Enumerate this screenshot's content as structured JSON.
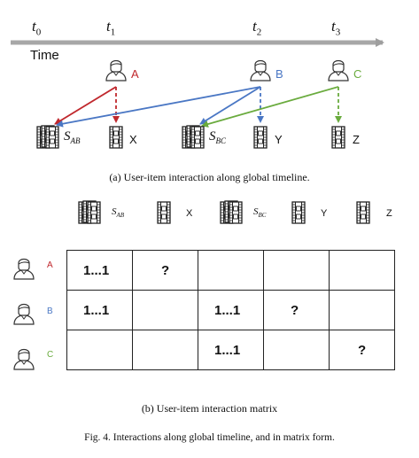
{
  "timeline": {
    "times": [
      {
        "t": "t",
        "sub": "0"
      },
      {
        "t": "t",
        "sub": "1"
      },
      {
        "t": "t",
        "sub": "2"
      },
      {
        "t": "t",
        "sub": "3"
      }
    ],
    "axis_label": "Time",
    "users": [
      "A",
      "B",
      "C"
    ],
    "user_colors": {
      "A": "#c0282d",
      "B": "#4a77c4",
      "C": "#6aab3e"
    },
    "items": {
      "sab": {
        "base": "S",
        "sub": "AB"
      },
      "x": "X",
      "sbc": {
        "base": "S",
        "sub": "BC"
      },
      "y": "Y",
      "z": "Z"
    },
    "caption": "(a) User-item interaction along global timeline."
  },
  "matrix": {
    "headers": [
      {
        "base": "S",
        "sub": "AB"
      },
      "X",
      {
        "base": "S",
        "sub": "BC"
      },
      "Y",
      "Z"
    ],
    "rows": [
      {
        "user": "A",
        "cells": [
          "1...1",
          "?",
          "",
          "",
          ""
        ]
      },
      {
        "user": "B",
        "cells": [
          "1...1",
          "",
          "1...1",
          "?",
          ""
        ]
      },
      {
        "user": "C",
        "cells": [
          "",
          "",
          "1...1",
          "",
          "?"
        ]
      }
    ],
    "caption": "(b) User-item interaction matrix"
  },
  "figure_caption": "Fig. 4.  Interactions along global timeline, and in matrix form."
}
